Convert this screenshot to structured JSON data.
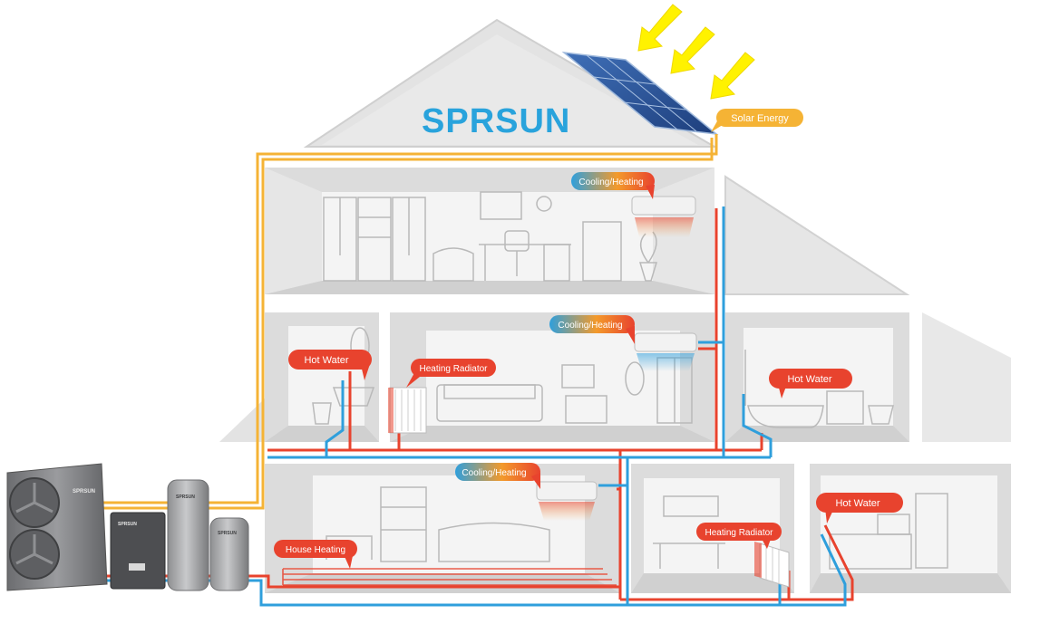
{
  "brand": {
    "logo": "SPRSUN"
  },
  "equipment_brand": "SPRSUN",
  "labels": {
    "solar_energy": "Solar Energy",
    "cooling_heating": "Cooling/Heating",
    "hot_water": "Hot Water",
    "heating_radiator": "Heating Radiator",
    "house_heating": "House Heating"
  },
  "colors": {
    "hot_pipe": "#e8432e",
    "cold_pipe": "#2f9fdc",
    "solar_line": "#f5b335",
    "sun_arrow": "#fff200",
    "callout_red": "#e8432e",
    "callout_orange": "#f39a2b",
    "logo_blue": "#29a3dc"
  }
}
